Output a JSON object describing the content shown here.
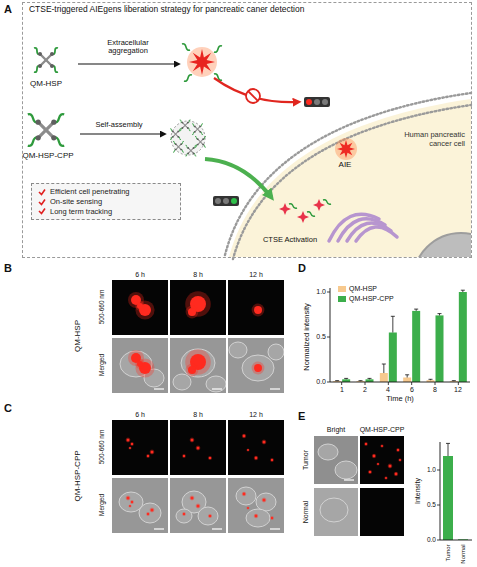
{
  "diagram": {
    "nodes": [
      {
        "text": [
          "CTSE-triggered AIEgens liberation strategy for pancreatic caner detection"
        ]
      },
      {
        "text": [
          "Efficient cell penetrating",
          "On-site sensing",
          "Long term tracking"
        ],
        "in": 0
      },
      {
        "text": [
          "Human pancreatic cancer cell"
        ],
        "in": 0
      }
    ],
    "labels": [
      "A",
      "QM-HSP",
      "Extracellular aggregation",
      "QM-HSP-CPP",
      "Self-assembly",
      "AIE",
      "CTSE Activation",
      "B",
      "6 h",
      "8 h",
      "12 h",
      "QM-HSP",
      "500-660 nm",
      "Merged",
      "C",
      "6 h",
      "8 h",
      "12 h",
      "QM-HSP-CPP",
      "500-660 nm",
      "Merged",
      "D",
      "1.0",
      "0.5",
      "0.0",
      "Normalized intensity",
      "1",
      "2",
      "4",
      "6",
      "8",
      "12",
      "Time (h)",
      "E",
      "Bright",
      "QM-HSP-CPP",
      "Tumor",
      "Normal",
      "Intensity",
      "1.0",
      "0.5",
      "0.0",
      "Tumor",
      "Normal"
    ],
    "legend": [
      {
        "text": "QM-HSP",
        "color": "#f7c98e"
      },
      {
        "text": "QM-HSP-CPP",
        "color": "#3cae4b"
      }
    ]
  }
}
